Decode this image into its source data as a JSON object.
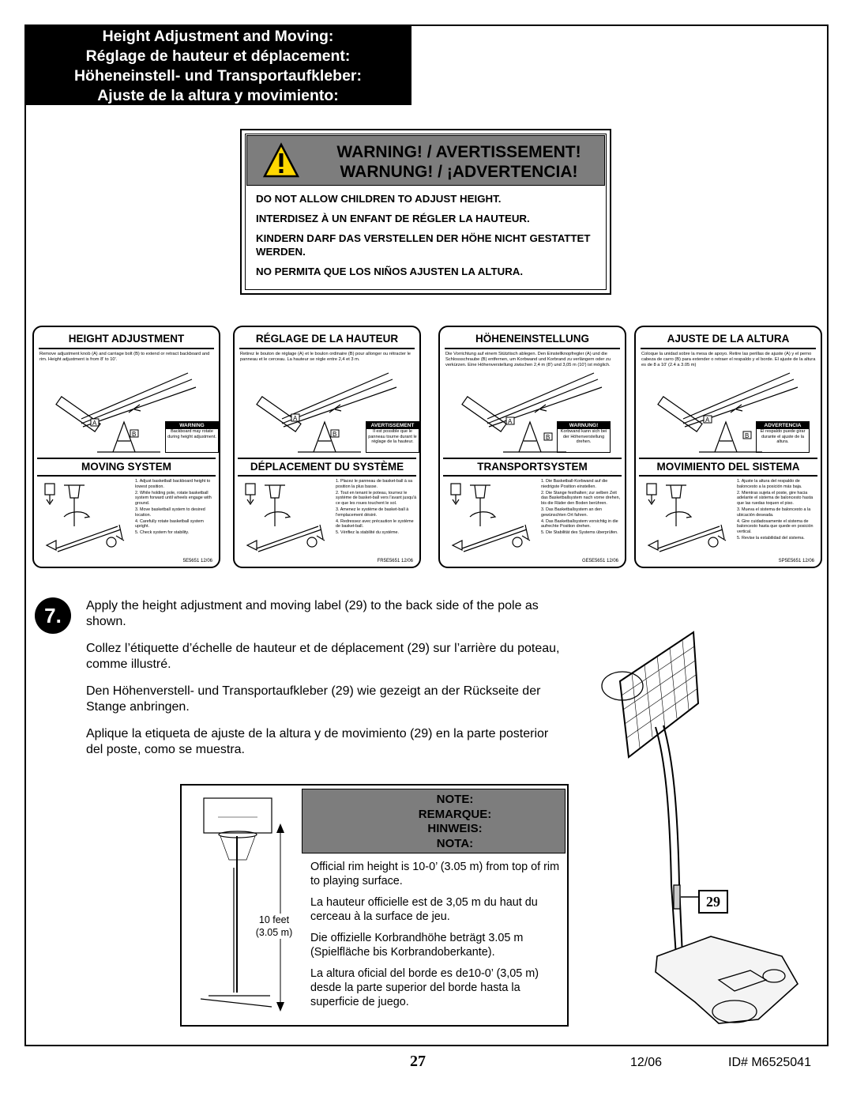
{
  "header": {
    "lines": [
      "Height Adjustment and Moving:",
      "Réglage de hauteur et déplacement:",
      "Höheneinstell- und Transportaufkleber:",
      "Ajuste de la altura y movimiento:"
    ]
  },
  "warning": {
    "title_line1": "WARNING! / AVERTISSEMENT!",
    "title_line2": "WARNUNG! / ¡ADVERTENCIA!",
    "lines": [
      "DO NOT ALLOW CHILDREN TO ADJUST HEIGHT.",
      "INTERDISEZ À UN ENFANT DE RÉGLER LA HAUTEUR.",
      "KINDERN DARF DAS VERSTELLEN DER HÖHE NICHT GESTATTET WERDEN.",
      "NO PERMITA QUE LOS NIÑOS AJUSTEN LA ALTURA."
    ]
  },
  "labels": [
    {
      "heading": "HEIGHT ADJUSTMENT",
      "text": "Remove adjustment knob (A) and carriage bolt (B) to extend or retract backboard and rim. Height adjustment is from 8' to 10'.",
      "warn_title": "WARNING",
      "warn_text": "Backboard may rotate during height adjustment.",
      "heading2": "MOVING SYSTEM",
      "steps": [
        "1. Adjust basketball backboard height to lowest position.",
        "2. While holding pole, rotate basketball system forward until wheels engage with ground.",
        "3. Move basketball system to desired location.",
        "4. Carefully rotate basketball system upright.",
        "5. Check system for stability."
      ],
      "code": "5E5651 12/06"
    },
    {
      "heading": "RÉGLAGE DE LA HAUTEUR",
      "text": "Retirez le bouton de réglage (A) et le boulon ordinaire (B) pour allonger ou rétracter le panneau et le cerceau. La hauteur se règle entre 2,4 et 3 m.",
      "warn_title": "AVERTISSEMENT",
      "warn_text": "Il est possible que le panneau tourne durant le réglage de la hauteur.",
      "heading2": "DÉPLACEMENT DU SYSTÈME",
      "steps": [
        "1. Placez le panneau de basket-ball à sa position la plus basse.",
        "2. Tout en tenant le poteau, tournez le système de basket-ball vers l'avant jusqu'à ce que les roues touchent le sol.",
        "3. Amenez le système de basket-ball à l'emplacement désiré.",
        "4. Redressez avec précaution le système de basket-ball.",
        "5. Vérifiez la stabilité du système."
      ],
      "code": "FR5E5651 12/06"
    },
    {
      "heading": "HÖHENEINSTELLUNG",
      "text": "Die Vorrichtung auf einem Stütztisch ablegen. Den Einstellknopfregler (A) und die Schlossschraube (B) entfernen, um Korbwand und Korbrand zu verlängern oder zu verkürzen. Eine Höhenverstellung zwischen 2,4 m (8') und 3,05 m (10') ist möglich.",
      "warn_title": "WARNUNG!",
      "warn_text": "Korbwand kann sich bei der Höhenverstellung drehen.",
      "heading2": "TRANSPORTSYSTEM",
      "steps": [
        "1. Die Basketball-Korbwand auf die niedrigste Position einstellen.",
        "2. Die Stange festhalten; zur selben Zeit das Basketballsystem nach vorne drehen, bis die Räder den Boden berühren.",
        "3. Das Basketballsystem an den gewünschten Ort fahren.",
        "4. Das Basketballsystem vorsichtig in die aufrechte Position drehen.",
        "5. Die Stabilität des Systems überprüfen."
      ],
      "code": "GE5E5651 12/06"
    },
    {
      "heading": "AJUSTE DE LA ALTURA",
      "text": "Coloque la unidad sobre la mesa de apoyo. Retire las perillas de ajuste (A) y el perno cabeza de carro (B) para extender o retraer el respaldo y el borde. El ajuste de la altura es de 8 a 10' (2.4 a 3.05 m)",
      "warn_title": "ADVERTENCIA",
      "warn_text": "El respaldo puede girar durante el ajuste de la altura.",
      "heading2": "MOVIMIENTO DEL SISTEMA",
      "steps": [
        "1. Ajuste la altura del respaldo de baloncesto a la posición más baja.",
        "2. Mientras sujeta el poste, gire hacia adelante el sistema de baloncesto hasta que las ruedas toquen el piso.",
        "3. Mueva el sistema de baloncesto a la ubicación deseada.",
        "4. Gire cuidadosamente el sistema de baloncesto hasta que quede en posición vertical.",
        "5. Revise la estabilidad del sistema."
      ],
      "code": "SP5E5651 12/06"
    }
  ],
  "step": {
    "number": "7.",
    "paragraphs": [
      "Apply the height adjustment and moving label (29) to the back side of the pole as shown.",
      "Collez l’étiquette d’échelle de hauteur et de déplacement (29) sur l’arrière du poteau, comme illustré.",
      "Den Höhenverstell- und Transportaufkleber (29) wie gezeigt an der Rückseite der Stange anbringen.",
      "Aplique la etiqueta de ajuste de la altura y de movimiento (29) en la parte posterior del poste, como se muestra."
    ]
  },
  "note": {
    "heads": [
      "NOTE:",
      "REMARQUE:",
      "HINWEIS:",
      "NOTA:"
    ],
    "paragraphs": [
      "Official rim height is 10-0’ (3.05 m) from top of rim to playing surface.",
      "La hauteur officielle est de 3,05 m du haut du cerceau à la surface de jeu.",
      "Die offizielle Korbrandhöhe beträgt 3.05 m (Spielfläche bis Korbrandoberkante).",
      "La altura oficial del borde es de10-0’ (3,05 m) desde la parte superior del borde hasta la superficie de juego."
    ],
    "feet_line1": "10 feet",
    "feet_line2": "(3.05 m)"
  },
  "callout_number": "29",
  "footer": {
    "page": "27",
    "date": "12/06",
    "id": "ID# M6525041"
  }
}
